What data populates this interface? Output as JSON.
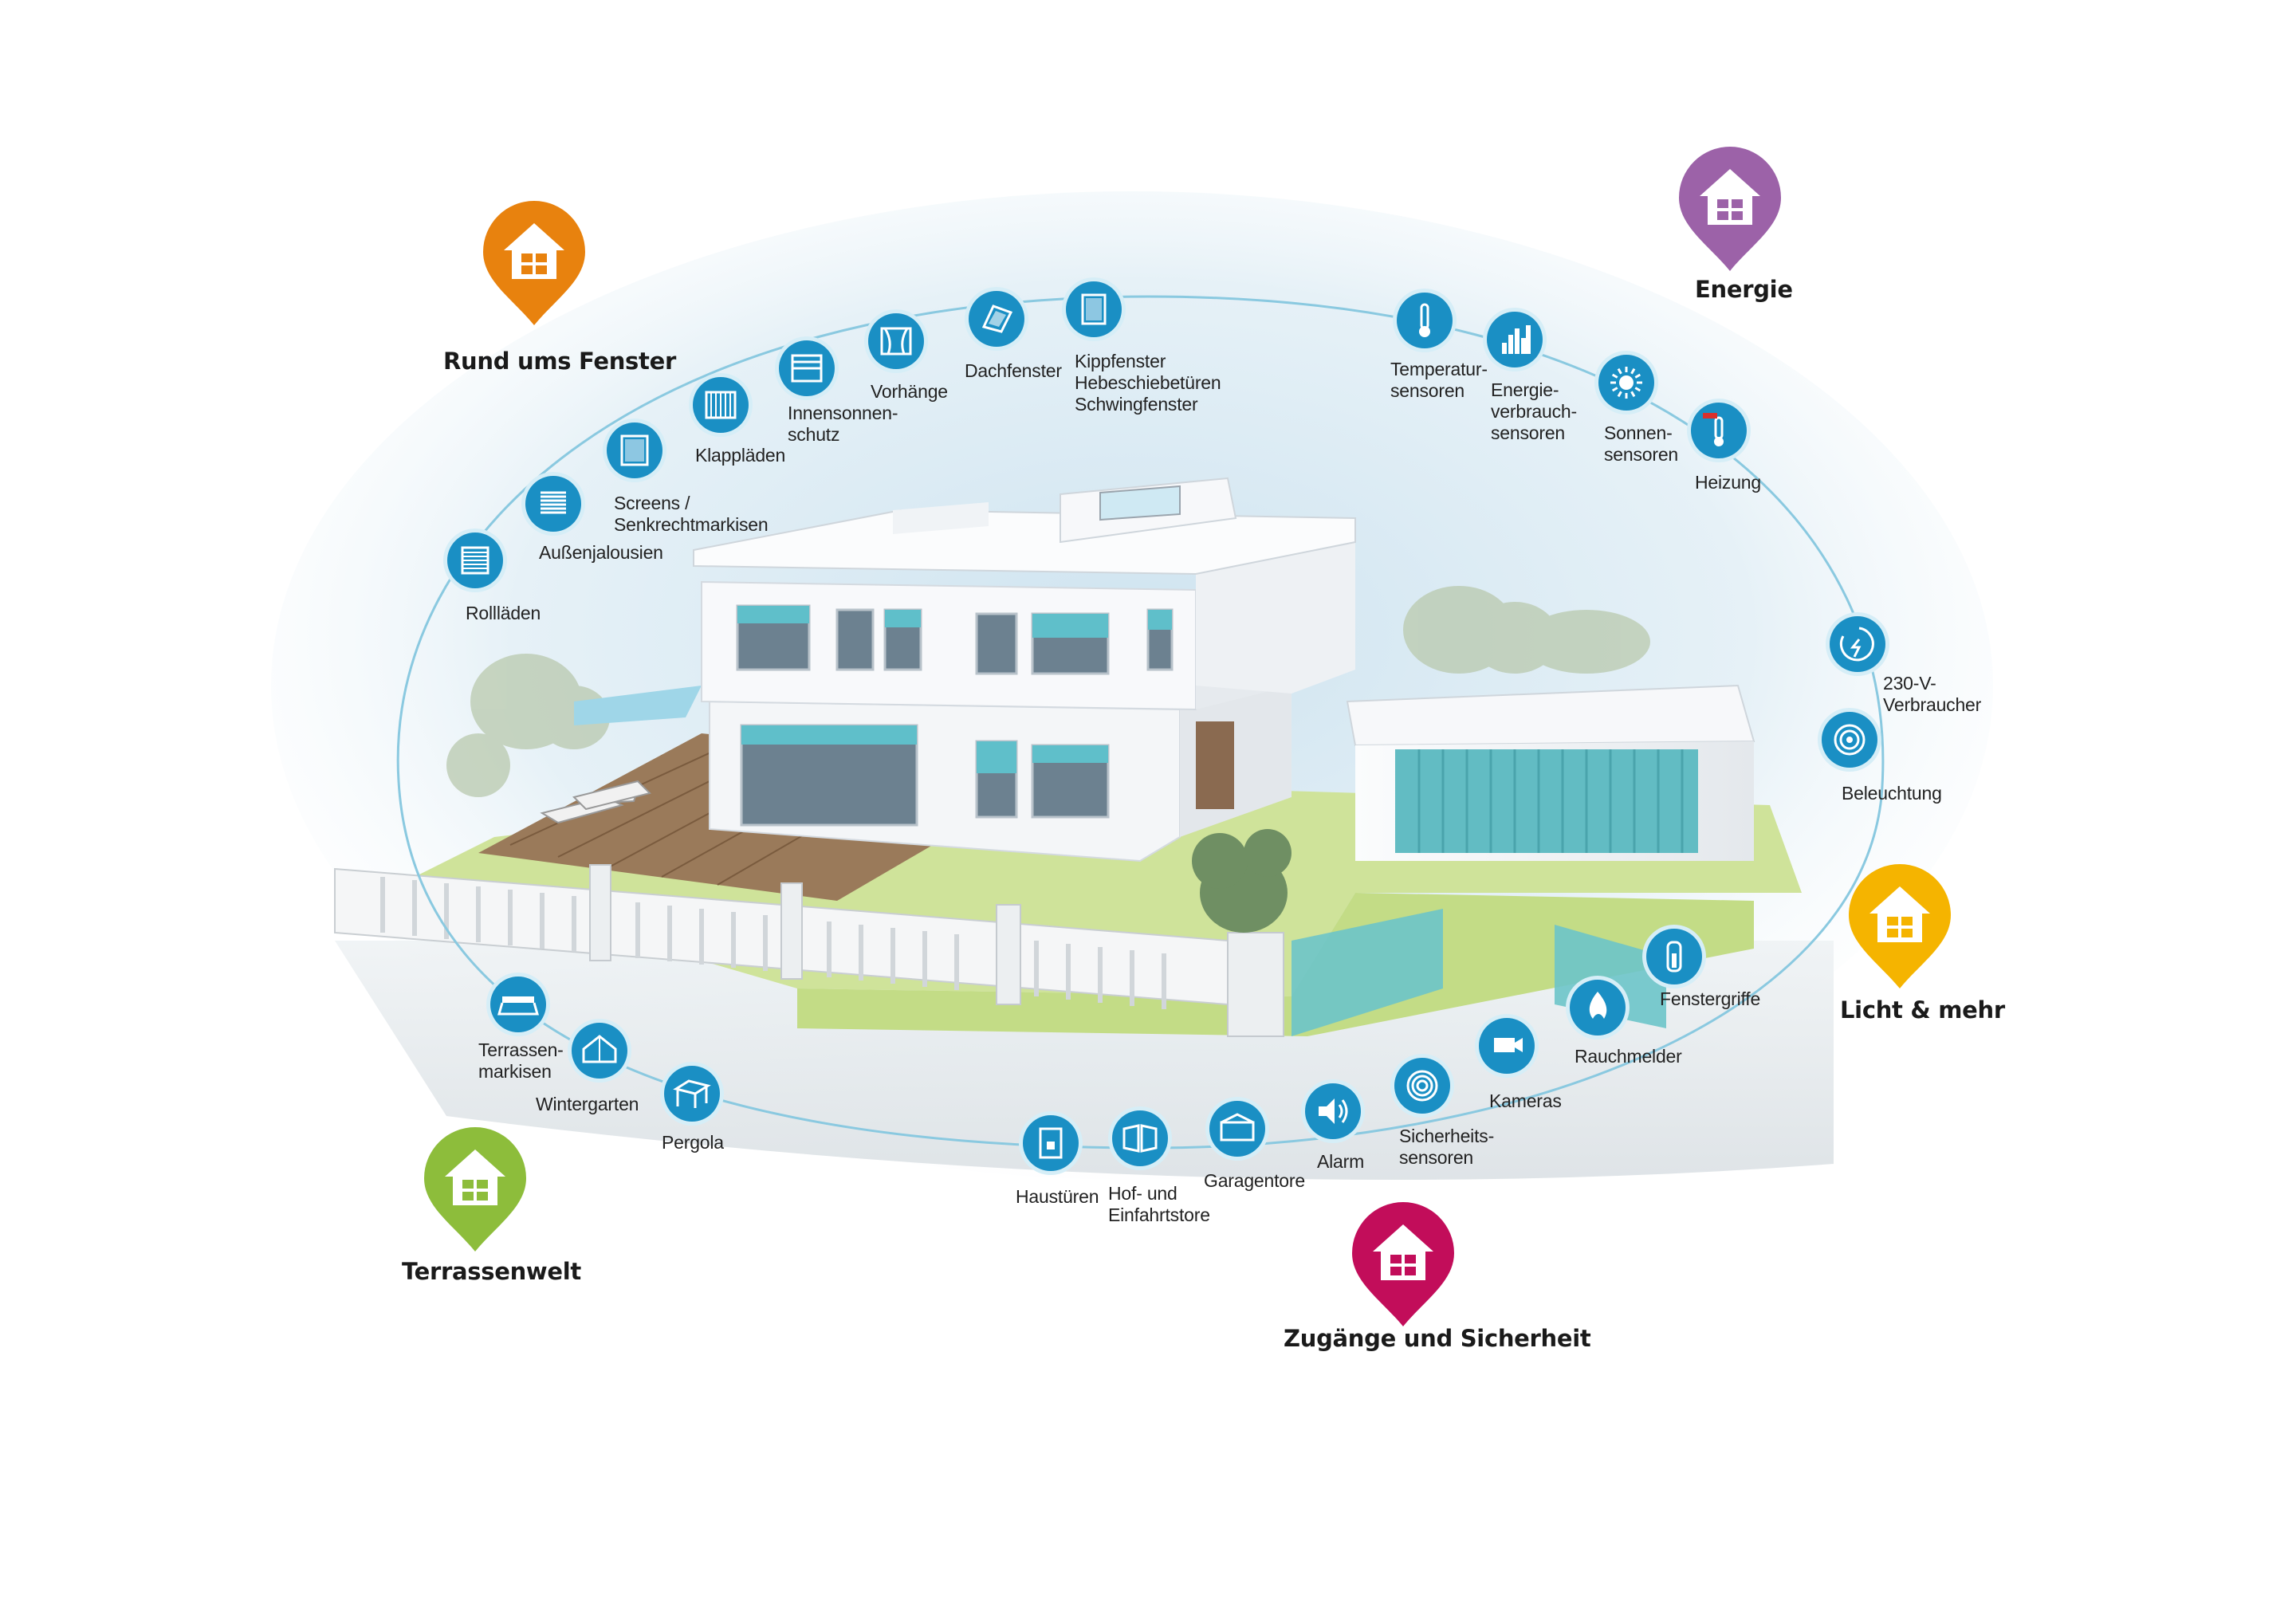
{
  "colors": {
    "node_blue": "#1a8fc4",
    "node_ring": "#d6eef7",
    "orbit": "#7fc3dd",
    "orange": "#e8820e",
    "purple": "#9c62a8",
    "yellow": "#f5b400",
    "green": "#8dbd3b",
    "magenta": "#c20d5a",
    "teal_accent": "#5cc0c8",
    "lawn": "#c8e08c",
    "wall": "#f4f6f8",
    "deck": "#8a6a4c"
  },
  "categories": [
    {
      "id": "fenster",
      "label": "Rund ums Fenster",
      "color": "orange"
    },
    {
      "id": "energie",
      "label": "Energie",
      "color": "purple"
    },
    {
      "id": "licht",
      "label": "Licht & mehr",
      "color": "yellow"
    },
    {
      "id": "terrasse",
      "label": "Terrassenwelt",
      "color": "green"
    },
    {
      "id": "sicherheit",
      "label": "Zugänge und Sicherheit",
      "color": "magenta"
    }
  ],
  "nodes": [
    {
      "id": "rolllaeden",
      "label": "Rollläden",
      "icon": "roller-shutter-icon"
    },
    {
      "id": "aussenjalousien",
      "label": "Außenjalousien",
      "icon": "venetian-blind-icon"
    },
    {
      "id": "screens",
      "label": "Screens /\nSenkrechtmarkisen",
      "icon": "screen-icon"
    },
    {
      "id": "klappladen",
      "label": "Klappläden",
      "icon": "shutters-icon"
    },
    {
      "id": "innensonnenschutz",
      "label": "Innensonnen-\nschutz",
      "icon": "interior-blind-icon"
    },
    {
      "id": "vorhaenge",
      "label": "Vorhänge",
      "icon": "curtain-icon"
    },
    {
      "id": "dachfenster",
      "label": "Dachfenster",
      "icon": "skylight-icon"
    },
    {
      "id": "kippfenster",
      "label": "Kippfenster\nHebeschiebetüren\nSchwingfenster",
      "icon": "window-icon"
    },
    {
      "id": "temperatur",
      "label": "Temperatur-\nsensoren",
      "icon": "thermometer-icon"
    },
    {
      "id": "energieverbrauch",
      "label": "Energie-\nverbrauch-\nsensoren",
      "icon": "bar-chart-icon"
    },
    {
      "id": "sonnen",
      "label": "Sonnen-\nsensoren",
      "icon": "sun-icon"
    },
    {
      "id": "heizung",
      "label": "Heizung",
      "icon": "heating-thermostat-icon"
    },
    {
      "id": "verbraucher230",
      "label": "230-V-\nVerbraucher",
      "icon": "power-plug-icon"
    },
    {
      "id": "beleuchtung",
      "label": "Beleuchtung",
      "icon": "light-bulb-icon"
    },
    {
      "id": "fenstergriffe",
      "label": "Fenstergriffe",
      "icon": "window-handle-icon"
    },
    {
      "id": "rauchmelder",
      "label": "Rauchmelder",
      "icon": "smoke-detector-icon"
    },
    {
      "id": "kameras",
      "label": "Kameras",
      "icon": "camera-icon"
    },
    {
      "id": "sicherheitssensoren",
      "label": "Sicherheits-\nsensoren",
      "icon": "motion-sensor-icon"
    },
    {
      "id": "alarm",
      "label": "Alarm",
      "icon": "speaker-icon"
    },
    {
      "id": "garagentore",
      "label": "Garagentore",
      "icon": "garage-door-icon"
    },
    {
      "id": "hoftore",
      "label": "Hof- und\nEinfahrtstore",
      "icon": "gate-icon"
    },
    {
      "id": "haustueren",
      "label": "Haustüren",
      "icon": "front-door-icon"
    },
    {
      "id": "pergola",
      "label": "Pergola",
      "icon": "pergola-icon"
    },
    {
      "id": "wintergarten",
      "label": "Wintergarten",
      "icon": "conservatory-icon"
    },
    {
      "id": "terrassenmarkisen",
      "label": "Terrassen-\nmarkisen",
      "icon": "awning-icon"
    }
  ],
  "heizung_badge": "home"
}
